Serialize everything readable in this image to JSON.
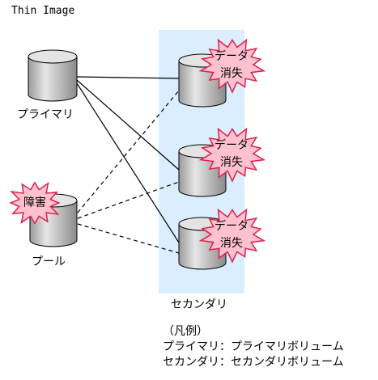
{
  "title": "Thin Image",
  "nodes": {
    "primary": "プライマリ",
    "pool": "プール",
    "secondary": "セカンダリ"
  },
  "bursts": {
    "pool_failure": "障害",
    "data_loss_line1": "データ",
    "data_loss_line2": "消失"
  },
  "legend": {
    "heading": "（凡例）",
    "line1": "プライマリ：プライマリボリューム",
    "line2": "セカンダリ：セカンダリボリューム"
  },
  "colors": {
    "secondary_area": "#dbeeff",
    "burst_fill": "#ffc0d0",
    "burst_stroke": "#e0204a",
    "cylinder_body": "#c8c8c8",
    "cylinder_top": "#e4e4e4"
  }
}
